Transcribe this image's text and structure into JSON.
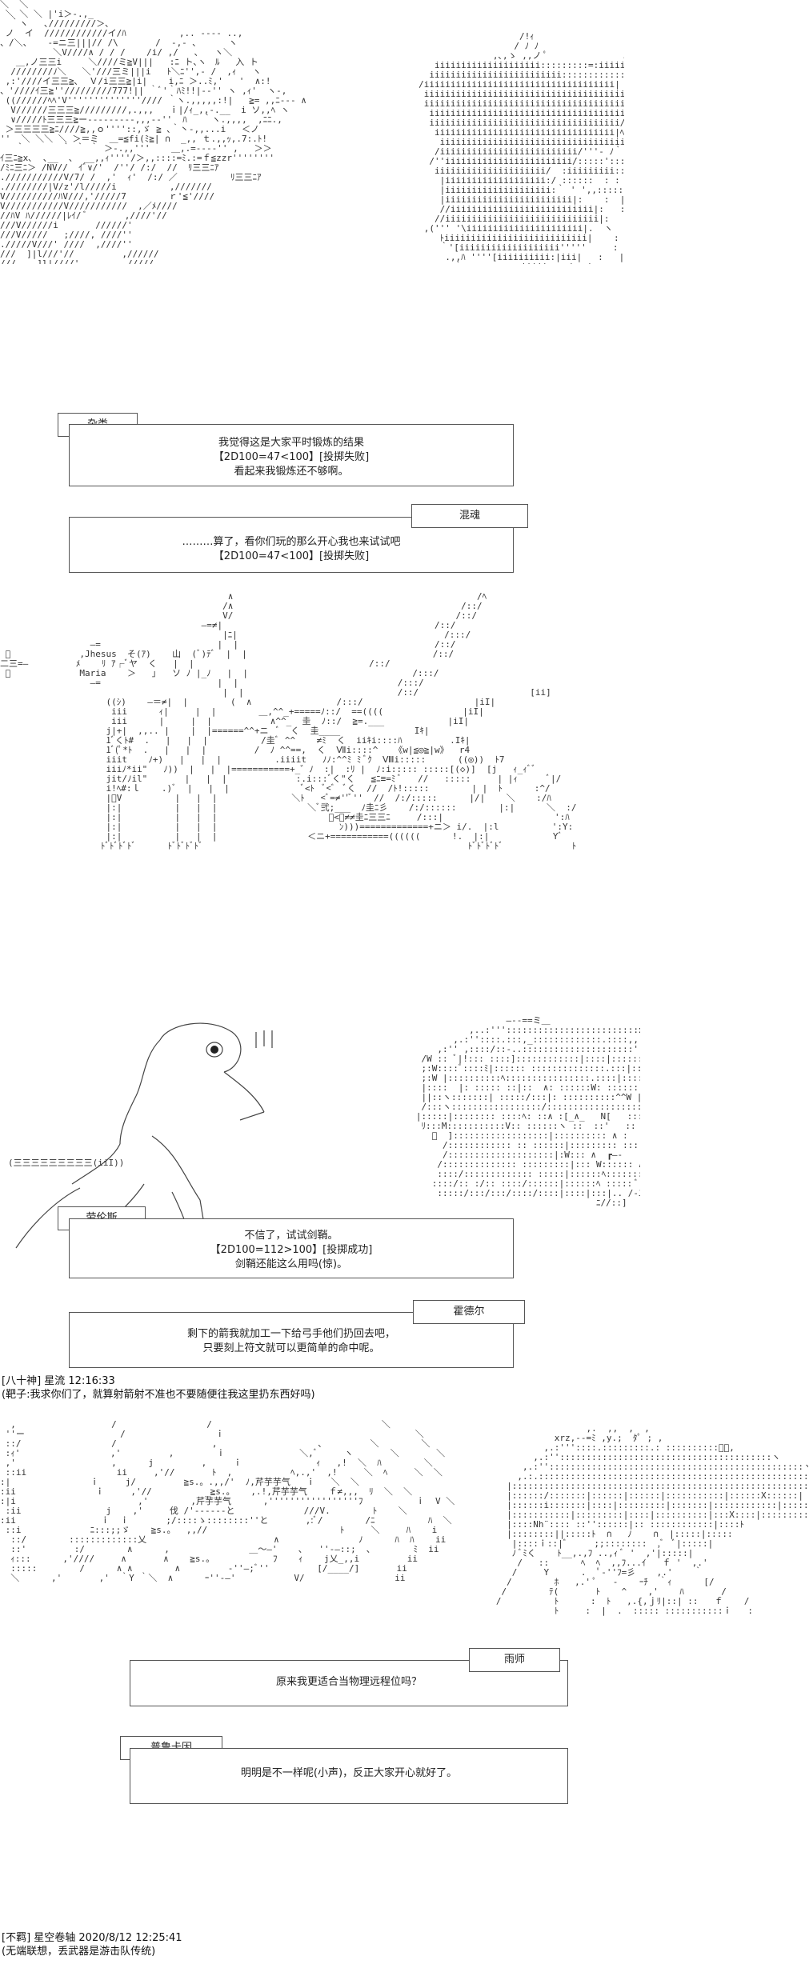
{
  "scenes": [
    {
      "speaker_left": "杂类",
      "dialog_left": [
        "我觉得这是大家平时锻炼的结果",
        "【2D100=47<100】[投掷失败]",
        "看起来我锻炼还不够啊。"
      ],
      "speaker_right": "混魂",
      "dialog_right": [
        "………算了，看你们玩的那么开心我也来试试吧",
        "【2D100=47<100】[投掷失败]"
      ]
    },
    {
      "art_labels": [
        "Jhesus",
        "Maria"
      ]
    },
    {
      "speaker_left": "劳伦斯",
      "dialog_left": [
        "不信了，试试剑鞘。",
        "【2D100=112>100】[投掷成功]",
        "剑鞘还能这么用吗(惊)。"
      ],
      "speaker_right": "霍德尔",
      "dialog_right": [
        "剩下的箭我就加工一下给弓手他们扔回去吧，",
        "只要刻上符文就可以更简单的命中呢。"
      ]
    },
    {
      "post_header": "[八十神] 星流 12:16:33",
      "post_body": "(靶子:我求你们了，就算射箭射不准也不要随便往我这里扔东西好吗)"
    },
    {
      "speaker_right": "雨师",
      "dialog_right": [
        "原来我更适合当物理远程位吗？"
      ],
      "speaker_left": "普鲁卡因",
      "dialog_left": [
        "明明是不一样呢(小声)，反正大家开心就好了。"
      ]
    },
    {
      "post_header": "[不羁] 星空卷轴 2020/8/12 12:25:41",
      "post_body": "(无端联想，丢武器是游击队传统)"
    }
  ]
}
